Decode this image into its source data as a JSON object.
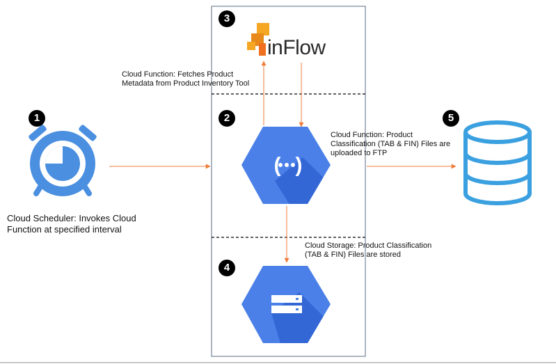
{
  "badges": {
    "n1": "1",
    "n2": "2",
    "n3": "3",
    "n4": "4",
    "n5": "5"
  },
  "logo": {
    "text": "inFlow"
  },
  "labels": {
    "fetch_line1": "Cloud Function: Fetches Product",
    "fetch_line2": "Metadata from Product Inventory Tool",
    "ftp_line1": "Cloud Function: Product",
    "ftp_line2": "Classification (TAB & FIN) Files are",
    "ftp_line3": "uploaded to FTP",
    "storage_line1": "Cloud Storage: Product Classification",
    "storage_line2": "(TAB & FIN) Files are stored",
    "scheduler_line1": "Cloud Scheduler: Invokes Cloud",
    "scheduler_line2": "Function at specified interval"
  },
  "icons": {
    "scheduler": "alarm-clock-icon",
    "function": "cloud-functions-icon",
    "storage": "cloud-storage-icon",
    "database": "database-icon",
    "inflow": "inflow-logo-icon"
  },
  "colors": {
    "arrow": "#ee7d3a",
    "gcp_blue": "#4a80e8",
    "gcp_shadow": "#3367d6",
    "db_blue": "#3aa0e0",
    "clock_blue": "#4a8fe0",
    "logo_orange": "#f5a623"
  }
}
